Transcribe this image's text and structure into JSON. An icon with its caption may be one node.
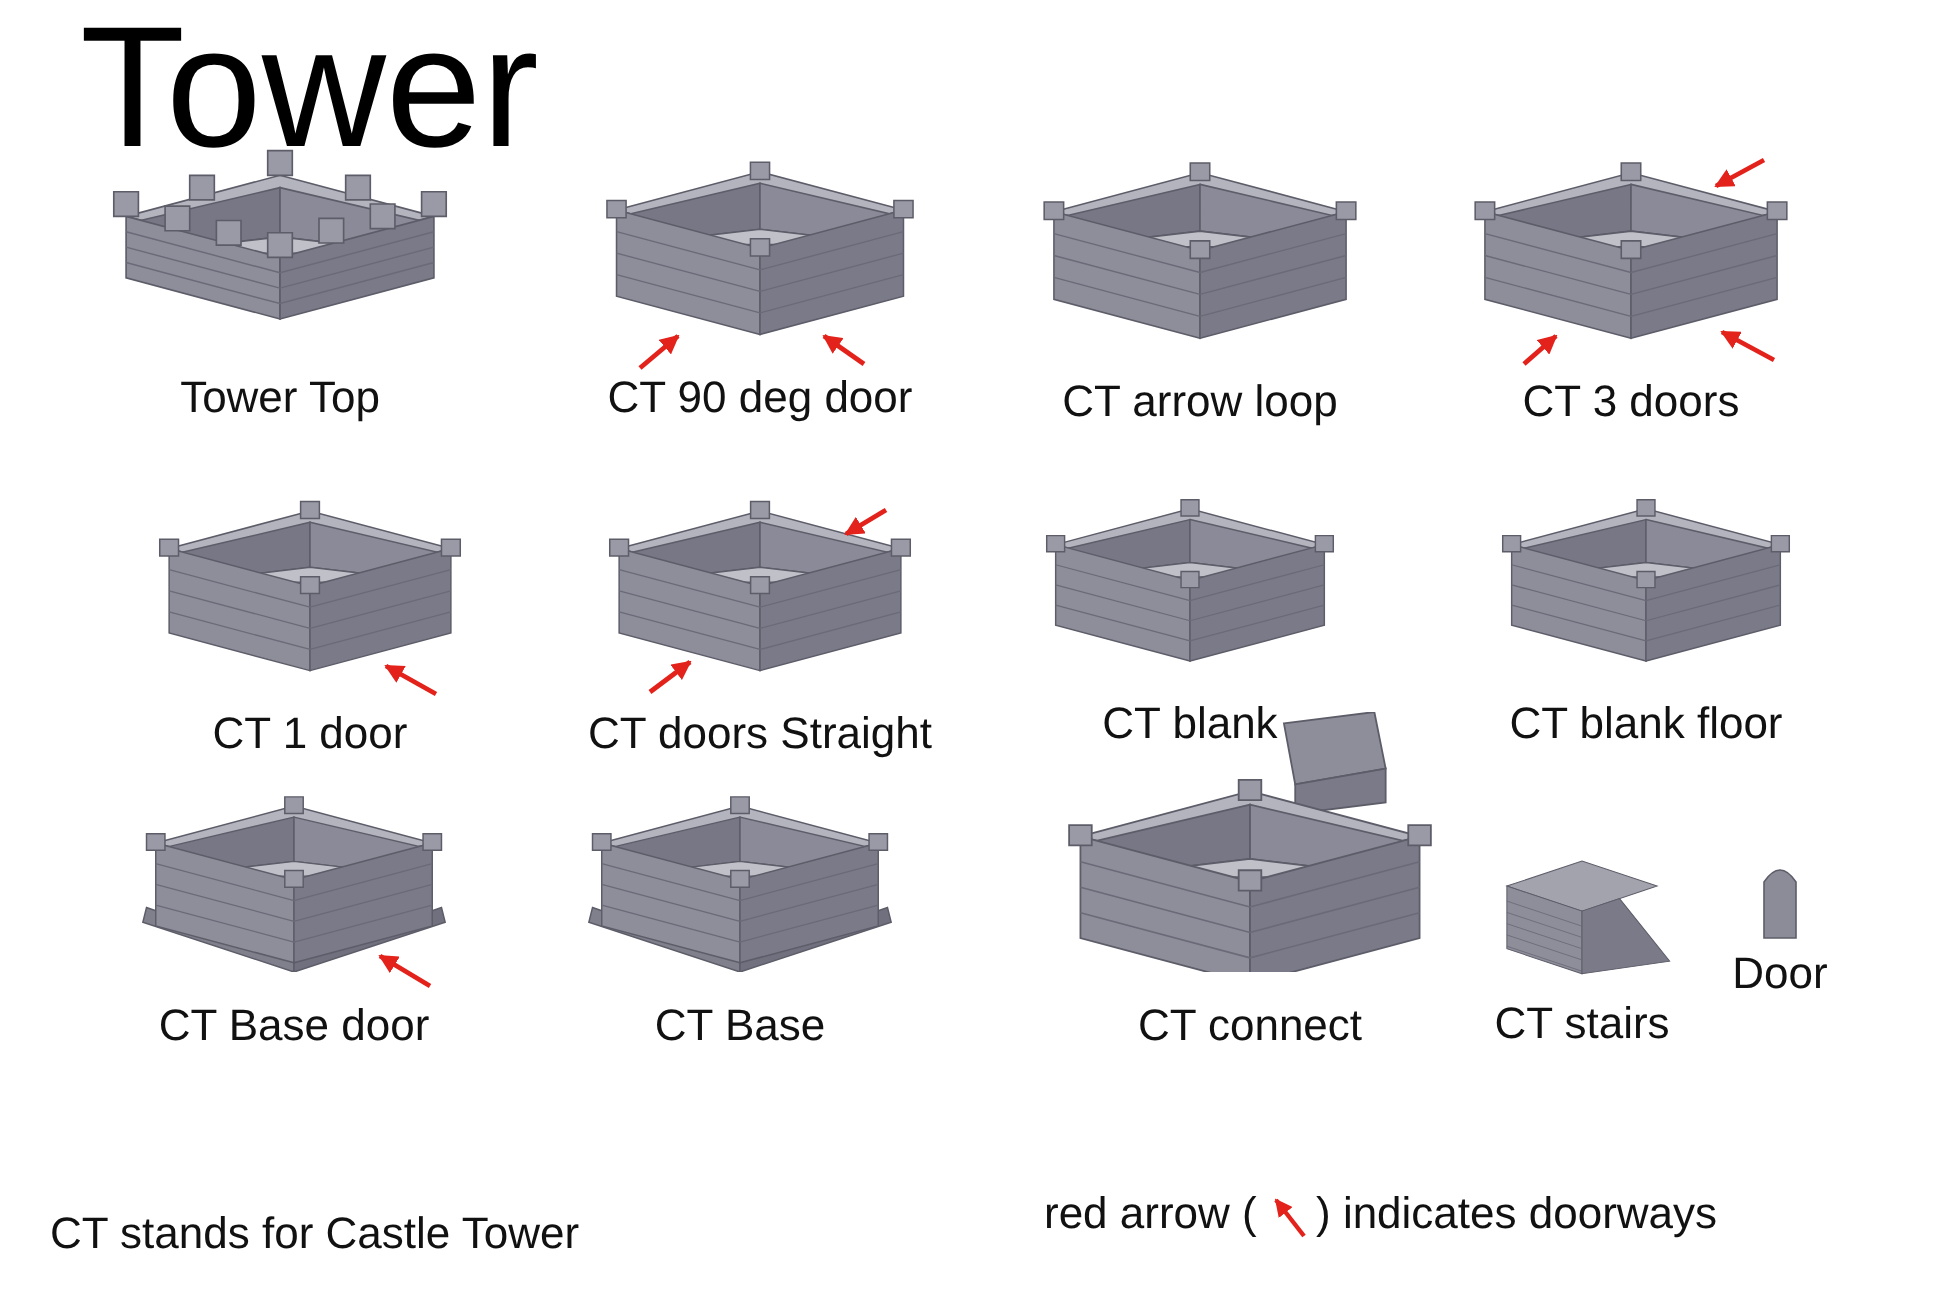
{
  "diagram": {
    "title": "Tower",
    "nodes": [
      {
        "text": [
          "Tower Top"
        ]
      },
      {
        "text": [
          "CT 90 deg door"
        ]
      },
      {
        "text": [
          "CT arrow loop"
        ]
      },
      {
        "text": [
          "CT 3 doors"
        ]
      },
      {
        "text": [
          "CT 1 door"
        ]
      },
      {
        "text": [
          "CT doors Straight"
        ]
      },
      {
        "text": [
          "CT blank"
        ]
      },
      {
        "text": [
          "CT blank floor"
        ]
      },
      {
        "text": [
          "CT Base door"
        ]
      },
      {
        "text": [
          "CT Base"
        ]
      },
      {
        "text": [
          "CT connect"
        ]
      },
      {
        "text": [
          "CT stairs"
        ]
      },
      {
        "text": [
          "Door"
        ]
      }
    ],
    "edges": [
      {
        "from": null,
        "to": 1,
        "arrow": "to"
      },
      {
        "from": null,
        "to": 1,
        "arrow": "to"
      },
      {
        "from": null,
        "to": 3,
        "arrow": "to"
      },
      {
        "from": null,
        "to": 3,
        "arrow": "to"
      },
      {
        "from": null,
        "to": 3,
        "arrow": "to"
      },
      {
        "from": null,
        "to": 4,
        "arrow": "to"
      },
      {
        "from": null,
        "to": 5,
        "arrow": "to"
      },
      {
        "from": null,
        "to": 5,
        "arrow": "to"
      },
      {
        "from": null,
        "to": 8,
        "arrow": "to"
      }
    ],
    "labels": [
      "CT stands for Castle Tower",
      "red arrow (",
      ") indicates doorways"
    ]
  }
}
